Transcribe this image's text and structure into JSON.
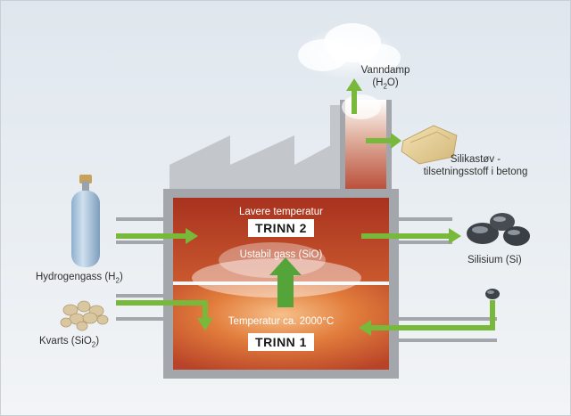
{
  "stage2": {
    "badge": "TRINN 2",
    "subtitle": "Lavere temperatur"
  },
  "stage1": {
    "badge": "TRINN 1",
    "subtitle": "Temperatur ca. 2000°C"
  },
  "inside_gas": "Ustabil gass (SiO)",
  "inputs": {
    "hydrogen": {
      "name": "Hydrogengass (H",
      "sub": "2",
      "close": ")"
    },
    "quartz": {
      "name": "Kvarts (SiO",
      "sub": "2",
      "close": ")"
    }
  },
  "outputs": {
    "steam": {
      "line1": "Vanndamp",
      "line2a": "(H",
      "sub": "2",
      "line2b": "O)"
    },
    "silica_dust": {
      "line1": "Silikastøv -",
      "line2": "tilsetningsstoff i betong"
    },
    "silicon": {
      "name": "Silisium (Si)"
    }
  },
  "colors": {
    "arrow_green": "#78b83a",
    "furnace_red": "#b8412a",
    "furnace_orange": "#e07a3a",
    "wall_gray": "#a3a6aa",
    "silhouette_gray": "#c3c6ca",
    "cylinder_blue": "#a9c3dc"
  },
  "icons": [
    "gas-cylinder-icon",
    "quartz-pile-icon",
    "silicon-lumps-icon",
    "silica-bag-icon",
    "steam-cloud-icon"
  ]
}
